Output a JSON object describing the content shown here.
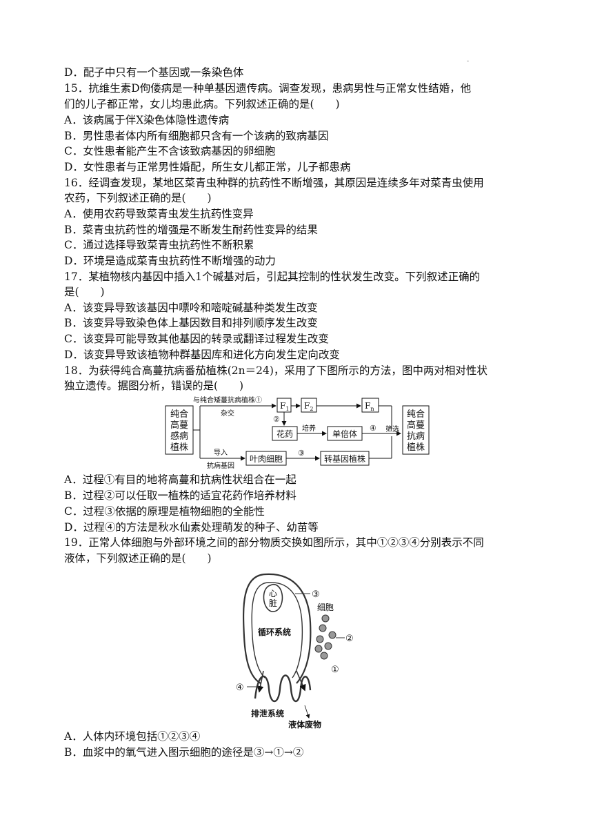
{
  "top_mark": "-",
  "lines": [
    "D．配子中只有一个基因或一条染色体",
    "15．抗维生素D佝偻病是一种单基因遗传病。调查发现，患病男性与正常女性结婚，他",
    "们的儿子都正常，女儿均患此病。下列叙述正确的是(　　)",
    "A．该病属于伴X染色体隐性遗传病",
    "B．男性患者体内所有细胞都只含有一个该病的致病基因",
    "C．女性患者能产生不含该致病基因的卵细胞",
    "D．女性患者与正常男性婚配，所生女儿都正常，儿子都患病",
    "16．经调查发现，某地区菜青虫种群的抗药性不断增强，其原因是连续多年对菜青虫使用",
    "农药，下列叙述正确的是(　　)",
    "A．使用农药导致菜青虫发生抗药性变异",
    "B．菜青虫抗药性的增强是不断发生耐药性变异的结果",
    "C．通过选择导致菜青虫抗药性不断积累",
    "D．环境是造成菜青虫抗药性不断增强的动力",
    "17．某植物核内基因中插入1个碱基对后，引起其控制的性状发生改变。下列叙述正确的",
    "是(　　)",
    "A．该变异导致该基因中嘌呤和嘧啶碱基种类发生改变",
    "B．该变异导致染色体上基因数目和排列顺序发生改变",
    "C．该变异可能导致其他基因的转录或翻译过程发生改变",
    "D．该变异导致该植物种群基因库和进化方向发生定向改变",
    "18．为获得纯合高蔓抗病番茄植株(2n＝24)，采用了下图所示的方法，图中两对相对性状",
    "独立遗传。据图分析，错误的是(　　)",
    "A．过程①有目的地将高蔓和抗病性状组合在一起",
    "B．过程②可以任取一植株的适宜花药作培养材料",
    "C．过程③依据的原理是植物细胞的全能性",
    "D．过程④的方法是秋水仙素处理萌发的种子、幼苗等",
    "19．正常人体细胞与外部环境之间的部分物质交换如图所示，其中①②③④分别表示不同",
    "液体，下列叙述正确的是(　　)",
    "A．人体内环境包括①②③④",
    "B．血浆中的氧气进入图示细胞的途径是③→①→②"
  ],
  "diagram18": {
    "left_box": [
      "纯合",
      "高蔓",
      "感病",
      "植株"
    ],
    "cross_label": "与纯合矮蔓抗病植株①",
    "cross_sub": "杂交",
    "f1": "F",
    "f1_sub": "1",
    "f2": "F",
    "f2_sub": "2",
    "fn": "F",
    "fn_sub": "n",
    "step2": "②",
    "anther": "花药",
    "culture": "培养",
    "haploid": "单倍体",
    "step4": "④",
    "screen": "筛选",
    "right_box": [
      "纯合",
      "高蔓",
      "抗病",
      "植株"
    ],
    "import_label": "导入",
    "gene_label": "抗病基因",
    "mesophyll": "叶肉细胞",
    "step3": "③",
    "transgenic": "转基因植株"
  },
  "diagram19": {
    "heart": [
      "心",
      "脏"
    ],
    "n3": "③",
    "cell": "细胞",
    "circulation": "循环系统",
    "n2": "②",
    "n1": "①",
    "n4": "④",
    "excretion": "排泄系统",
    "waste": "液体废物"
  }
}
